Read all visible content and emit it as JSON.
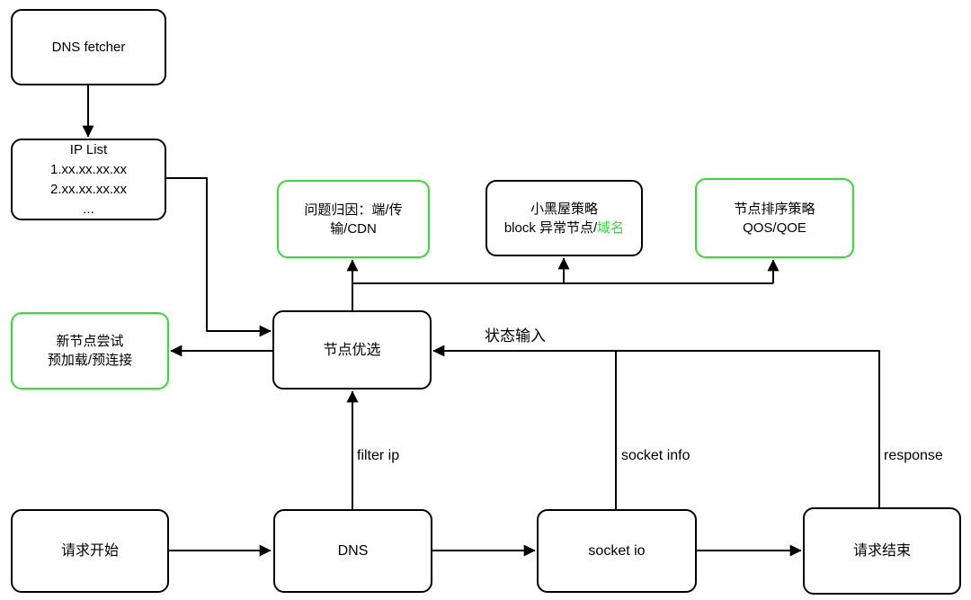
{
  "diagram": {
    "background": "#ffffff",
    "colors": {
      "line": "#000000",
      "box_border": "#000000",
      "green_accent": "#2ee22e",
      "text": "#000000"
    },
    "nodes": {
      "dns_fetcher": {
        "label": "DNS fetcher"
      },
      "ip_list": {
        "lines": [
          "IP List",
          "1.xx.xx.xx.xx",
          "2.xx.xx.xx.xx",
          "..."
        ]
      },
      "problem_attribution": {
        "label": "问题归因：端/传输/CDN"
      },
      "black_room": {
        "line1": "小黑屋策略",
        "line2_prefix": "block 异常节点/",
        "line2_highlight": "域名"
      },
      "node_ranking": {
        "line1": "节点排序策略",
        "line2": "QOS/QOE"
      },
      "new_node_try": {
        "line1": "新节点尝试",
        "line2": "预加载/预连接"
      },
      "node_selection": {
        "label": "节点优选"
      },
      "request_start": {
        "label": "请求开始"
      },
      "dns": {
        "label": "DNS"
      },
      "socket_io": {
        "label": "socket io"
      },
      "request_end": {
        "label": "请求结束"
      }
    },
    "edge_labels": {
      "filter_ip": "filter ip",
      "socket_info": "socket info",
      "response": "response",
      "state_input": "状态输入"
    }
  }
}
